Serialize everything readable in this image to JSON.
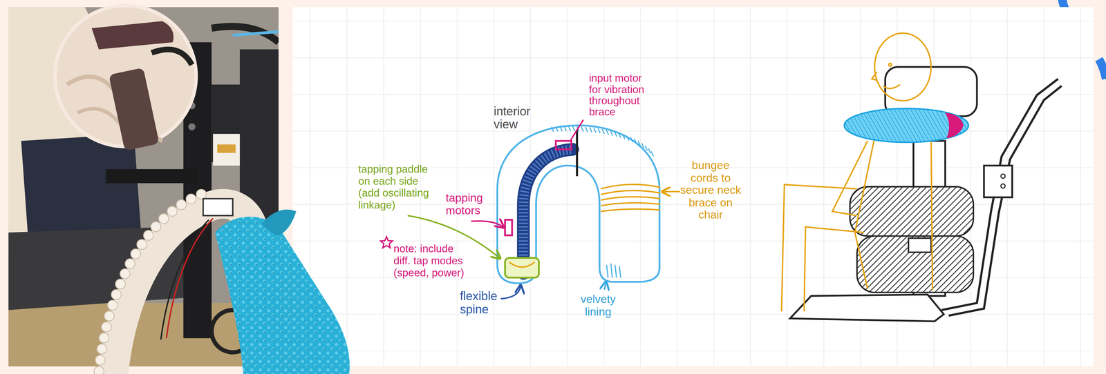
{
  "diagram": {
    "labels": [
      "interior view",
      "input motor for vibration throughout brace",
      "tapping paddle on each side (add oscillating linkage)",
      "tapping motors",
      "note: include diff. tap modes (speed, power)",
      "flexible spine",
      "velvety lining",
      "bungee cords to secure neck brace on chair"
    ]
  }
}
